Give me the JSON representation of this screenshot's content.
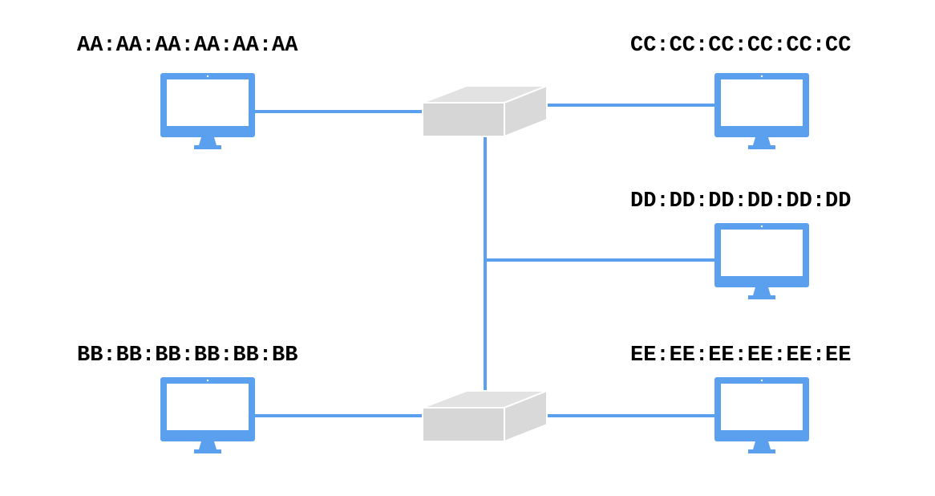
{
  "colors": {
    "link": "#5B9FEF",
    "monitor": "#5B9FEF",
    "switch_front": "#D6D6D6",
    "switch_top": "#E2E2E2",
    "label": "#000000",
    "background": "#FFFFFF"
  },
  "computers": [
    {
      "id": "aa",
      "mac": "AA:AA:AA:AA:AA:AA",
      "icon": "desktop-monitor-icon"
    },
    {
      "id": "bb",
      "mac": "BB:BB:BB:BB:BB:BB",
      "icon": "desktop-monitor-icon"
    },
    {
      "id": "cc",
      "mac": "CC:CC:CC:CC:CC:CC",
      "icon": "desktop-monitor-icon"
    },
    {
      "id": "dd",
      "mac": "DD:DD:DD:DD:DD:DD",
      "icon": "desktop-monitor-icon"
    },
    {
      "id": "ee",
      "mac": "EE:EE:EE:EE:EE:EE",
      "icon": "desktop-monitor-icon"
    }
  ],
  "switches": [
    {
      "id": "top",
      "icon": "network-switch-icon"
    },
    {
      "id": "bottom",
      "icon": "network-switch-icon"
    }
  ]
}
